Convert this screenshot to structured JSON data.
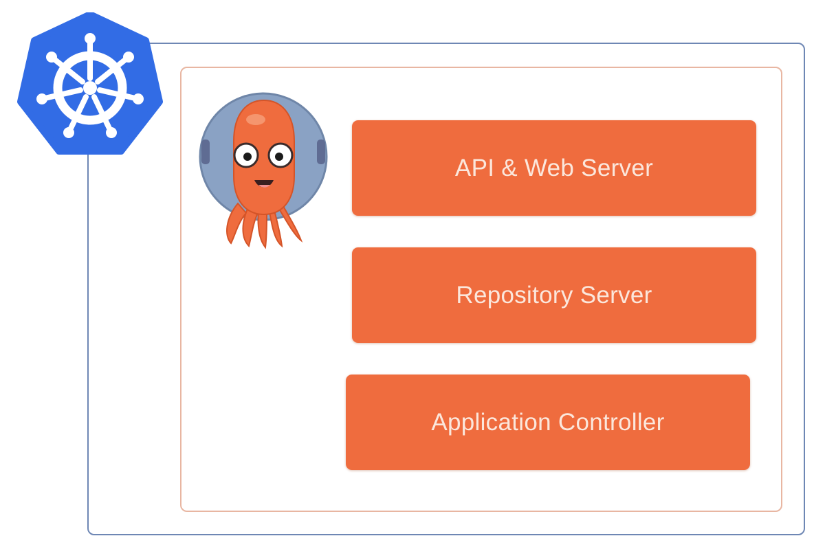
{
  "colors": {
    "kubernetes_blue": "#326ce5",
    "cluster_border": "#6e87b4",
    "argocd_border": "#e8b6a2",
    "component_orange": "#ef6c3e",
    "component_text": "#fbe7dc"
  },
  "icons": {
    "kubernetes_logo": "kubernetes-helm-wheel-icon",
    "argocd_mascot": "argo-octopus-astronaut-icon"
  },
  "components": [
    {
      "label": "API & Web Server"
    },
    {
      "label": "Repository Server"
    },
    {
      "label": "Application Controller"
    }
  ]
}
